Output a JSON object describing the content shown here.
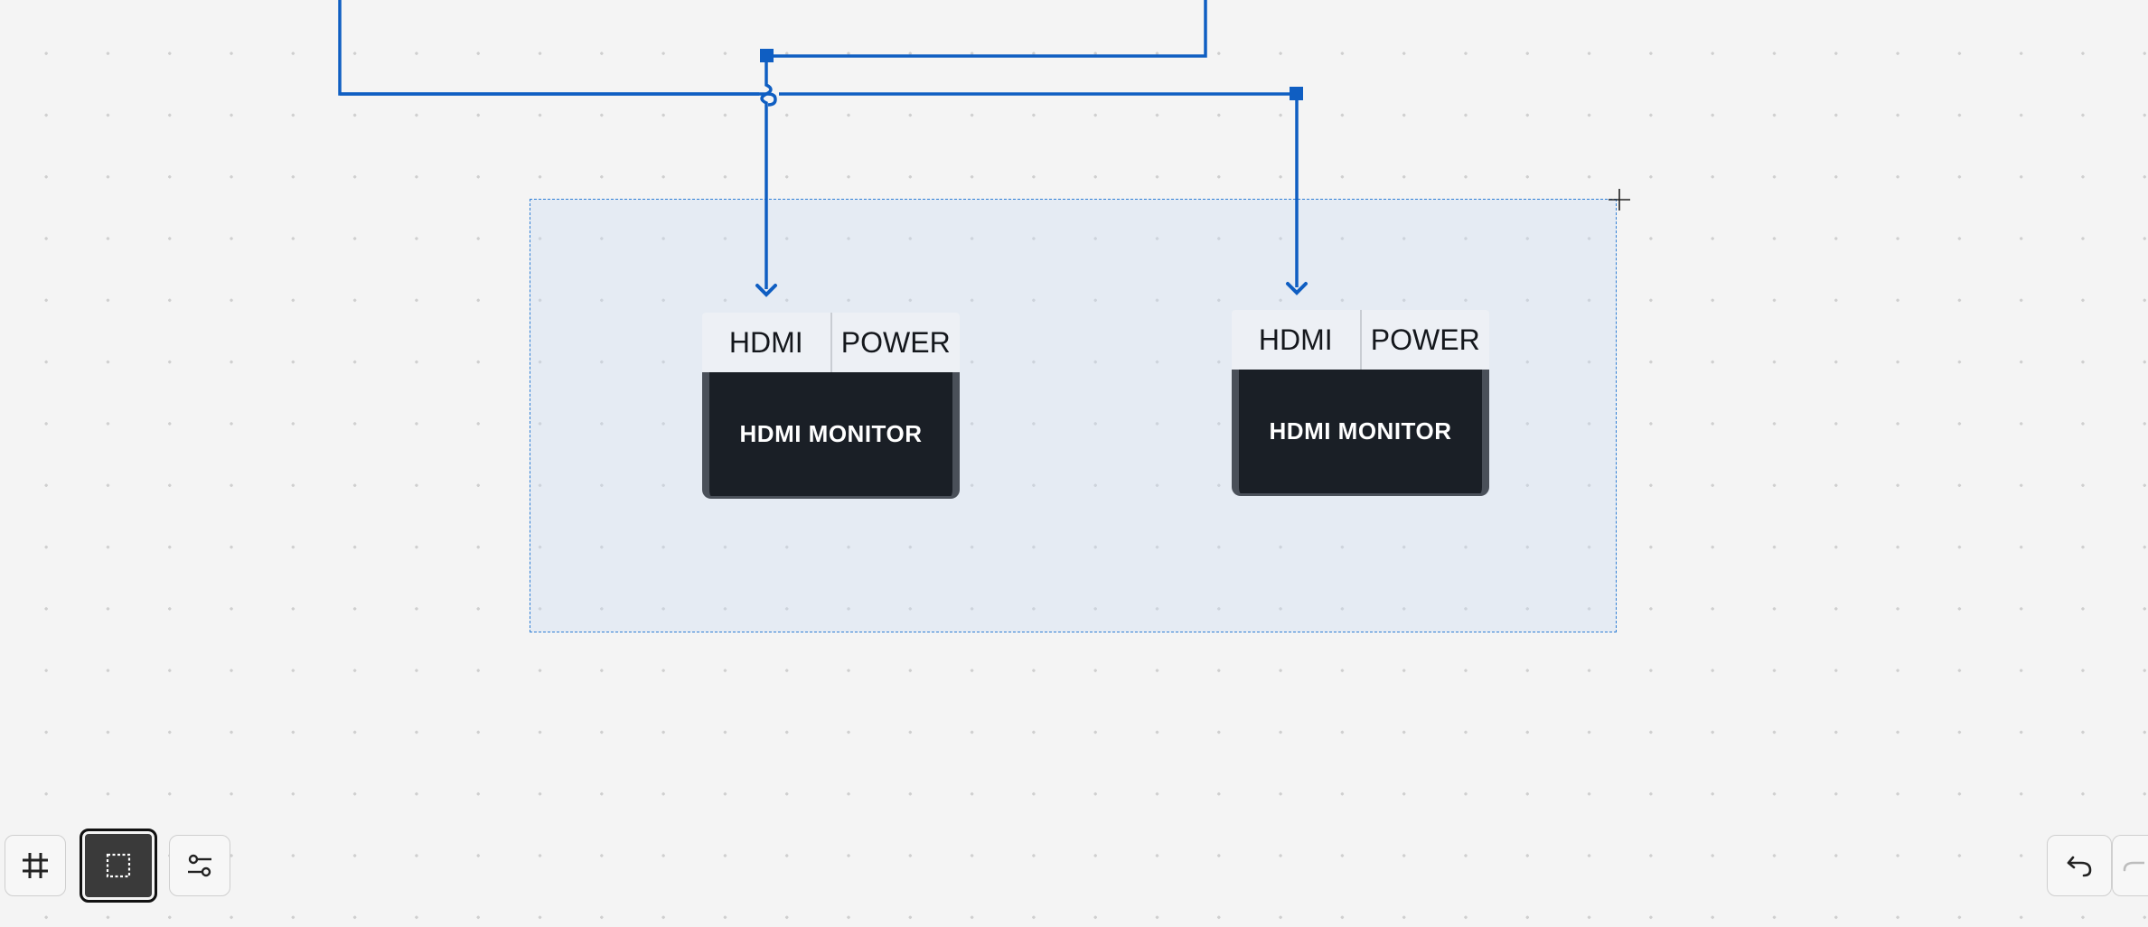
{
  "canvas": {
    "background_color": "#f4f4f4",
    "dot_color": "#cfcfcf",
    "wire_color": "#0f5ec2",
    "selection_border_color": "#2f7fd6"
  },
  "devices": [
    {
      "port_left": "HDMI",
      "port_right": "POWER",
      "label": "HDMI MONITOR"
    },
    {
      "port_left": "HDMI",
      "port_right": "POWER",
      "label": "HDMI MONITOR"
    }
  ],
  "toolbar_left": {
    "buttons": [
      {
        "icon": "grid-hash-icon",
        "active": false
      },
      {
        "icon": "selection-marquee-icon",
        "active": true
      },
      {
        "icon": "settings-sliders-icon",
        "active": false
      }
    ]
  },
  "toolbar_right": {
    "buttons": [
      {
        "icon": "undo-icon"
      },
      {
        "icon": "redo-icon"
      }
    ]
  }
}
